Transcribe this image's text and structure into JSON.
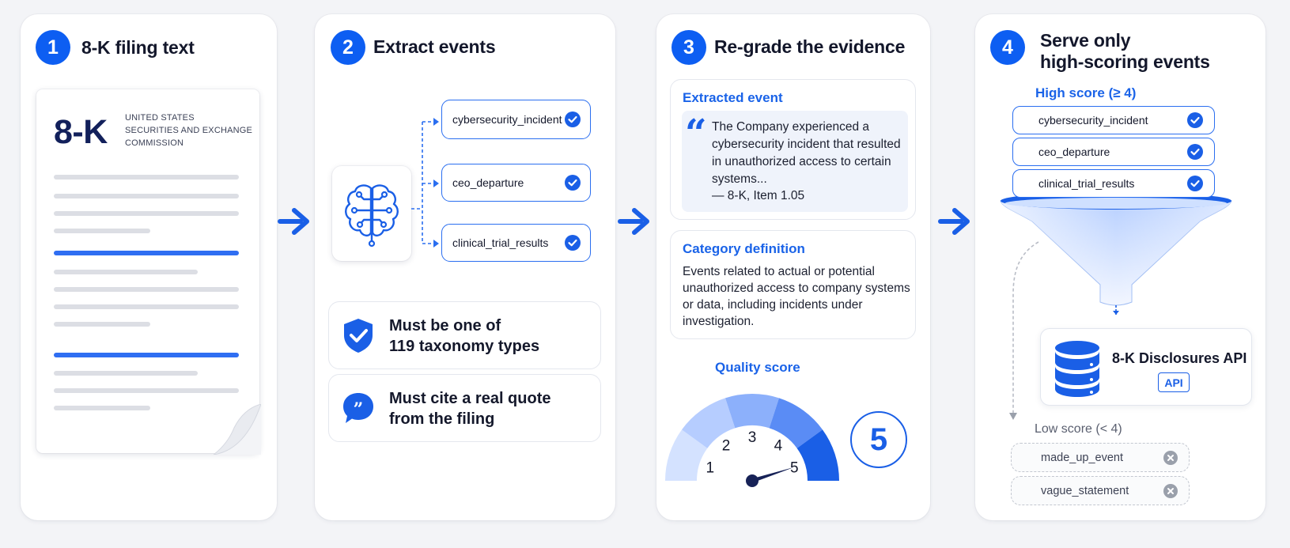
{
  "steps": [
    {
      "number": "1",
      "title": "8-K filing text"
    },
    {
      "number": "2",
      "title": "Extract events"
    },
    {
      "number": "3",
      "title": "Re-grade the evidence"
    },
    {
      "number": "4",
      "title_line1": "Serve only",
      "title_line2": "high-scoring events"
    }
  ],
  "document": {
    "form_label": "8-K",
    "header_lines": [
      "UNITED STATES",
      "SECURITIES AND EXCHANGE",
      "COMMISSION"
    ]
  },
  "extract": {
    "events": [
      "cybersecurity_incident",
      "ceo_departure",
      "clinical_trial_results"
    ],
    "rules": [
      {
        "line1": "Must be one of",
        "line2": "119 taxonomy types",
        "icon": "shield-check-icon"
      },
      {
        "line1": "Must cite a real quote",
        "line2": "from the filing",
        "icon": "quote-bubble-icon"
      }
    ]
  },
  "regrade": {
    "extracted_event_heading": "Extracted event",
    "quote_text": "The Company experienced a cybersecurity incident that resulted in unauthorized access to certain systems...",
    "quote_source": "— 8-K, Item 1.05",
    "definition_heading": "Category definition",
    "definition_text": "Events related to actual or potential unauthorized access to company systems or data, including incidents under investigation.",
    "quality_label": "Quality score",
    "gauge_ticks": [
      "1",
      "2",
      "3",
      "4",
      "5"
    ],
    "score": "5",
    "score_value": 5,
    "score_max": 5
  },
  "serve": {
    "high_label": "High score (≥ 4)",
    "high_events": [
      "cybersecurity_incident",
      "ceo_departure",
      "clinical_trial_results"
    ],
    "api_title": "8-K Disclosures API",
    "api_badge": "API",
    "low_label": "Low score (< 4)",
    "low_events": [
      "made_up_event",
      "vague_statement"
    ]
  },
  "colors": {
    "accent": "#0d5ef2",
    "heading_blue": "#1a63e8",
    "background": "#f3f4f7",
    "muted": "#c3c7d0"
  }
}
